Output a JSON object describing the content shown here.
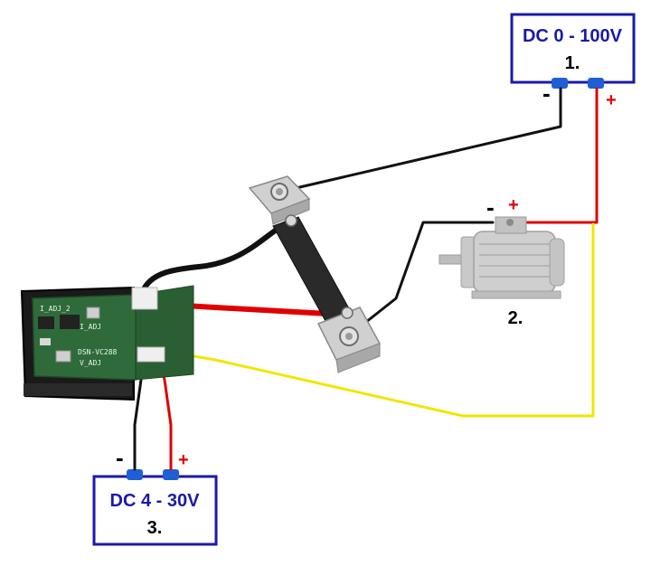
{
  "boxes": {
    "source_high": {
      "title": "DC 0 - 100V",
      "number": "1."
    },
    "source_low": {
      "title": "DC 4 - 30V",
      "number": "3."
    }
  },
  "motor": {
    "number": "2."
  },
  "polarity": {
    "minus": "-",
    "plus": "+"
  },
  "pcb": {
    "model": "DSN-VC288",
    "adj_voltage": "V_ADJ",
    "adj_current": "I_ADJ",
    "label_top": "I_ADJ_2"
  },
  "colors": {
    "box_border": "#1a1aa6",
    "terminal": "#1e5fd6",
    "wire_black": "#111111",
    "wire_red": "#e00000",
    "wire_yellow": "#f2e600",
    "shunt_metal": "#c8c8c8",
    "pcb_green": "#2f6b3a"
  }
}
